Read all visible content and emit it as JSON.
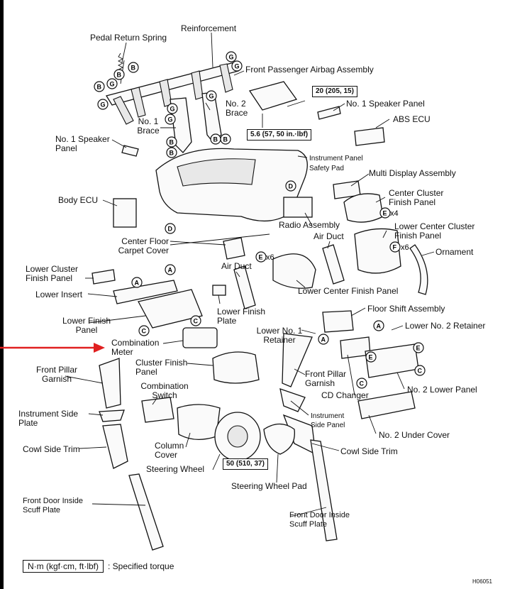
{
  "labels": {
    "reinforcement": "Reinforcement",
    "pedal_return_spring": "Pedal Return Spring",
    "front_passenger_airbag": "Front Passenger Airbag Assembly",
    "no2_brace": "No. 2\nBrace",
    "no1_brace": "No. 1\nBrace",
    "no1_speaker_panel_right": "No. 1 Speaker Panel",
    "abs_ecu": "ABS ECU",
    "no1_speaker_panel_left": "No. 1 Speaker\nPanel",
    "instrument_panel_safety_pad": "Instrument Panel\nSafety Pad",
    "multi_display_assembly": "Multi Display Assembly",
    "body_ecu": "Body ECU",
    "center_cluster_finish_panel": "Center Cluster\nFinish Panel",
    "radio_assembly": "Radio Assembly",
    "air_duct_upper": "Air Duct",
    "lower_center_cluster_finish_panel": "Lower Center Cluster\nFinish Panel",
    "center_floor_carpet_cover": "Center Floor\nCarpet Cover",
    "ornament": "Ornament",
    "air_duct_lower": "Air Duct",
    "lower_cluster_finish_panel": "Lower Cluster\nFinish Panel",
    "lower_center_finish_panel": "Lower Center Finish Panel",
    "lower_insert": "Lower Insert",
    "lower_finish_plate": "Lower Finish\nPlate",
    "floor_shift_assembly": "Floor Shift Assembly",
    "lower_finish_panel": "Lower Finish\nPanel",
    "lower_no1_retainer": "Lower No. 1\nRetainer",
    "lower_no2_retainer": "Lower No. 2 Retainer",
    "combination_meter": "Combination\nMeter",
    "front_pillar_garnish_left": "Front Pillar\nGarnish",
    "cluster_finish_panel": "Cluster Finish\nPanel",
    "front_pillar_garnish_right": "Front Pillar\nGarnish",
    "combination_switch": "Combination\nSwitch",
    "cd_changer": "CD Changer",
    "no2_lower_panel": "No. 2 Lower Panel",
    "instrument_side_plate": "Instrument Side\nPlate",
    "instrument_side_panel": "Instrument\nSide Panel",
    "no2_under_cover": "No. 2 Under Cover",
    "cowl_side_trim_left": "Cowl Side Trim",
    "column_cover": "Column\nCover",
    "cowl_side_trim_right": "Cowl Side Trim",
    "steering_wheel": "Steering Wheel",
    "steering_wheel_pad": "Steering Wheel Pad",
    "front_door_inside_scuff_plate_left": "Front Door Inside\nScuff Plate",
    "front_door_inside_scuff_plate_right": "Front Door Inside\nScuff Plate"
  },
  "torque": {
    "t1": "20 (205, 15)",
    "t2": "5.6 (57, 50 in.·lbf)",
    "t3": "50 (510, 37)"
  },
  "fastener_counts": {
    "x4": "x4",
    "x6_left": "x6",
    "x6_right": "x6"
  },
  "clip_letters": {
    "A": "A",
    "B": "B",
    "C": "C",
    "D": "D",
    "E": "E",
    "F": "F",
    "G": "G"
  },
  "legend": {
    "unit": "N·m (kgf·cm, ft·lbf)",
    "text": ": Specified torque"
  },
  "figure_id": "H06051",
  "colors": {
    "pointer_arrow": "#e02020",
    "line": "#111111"
  }
}
